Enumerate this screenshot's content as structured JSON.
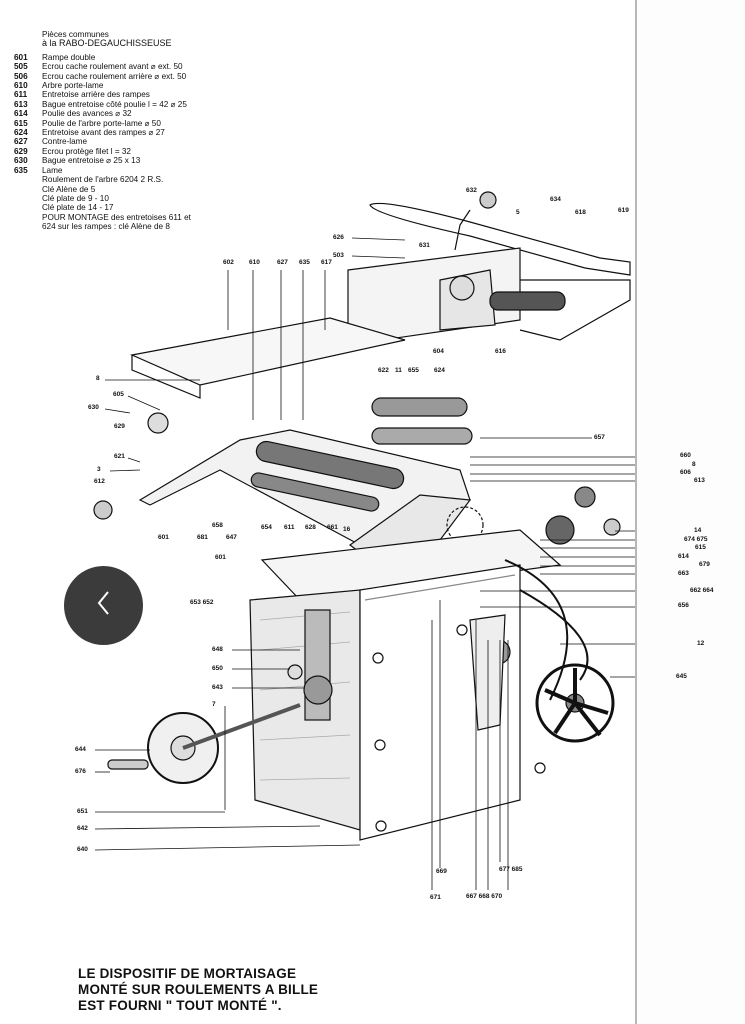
{
  "legend": {
    "heading_1": "Pièces communes",
    "heading_2": "à la RABO-DEGAUCHISSEUSE",
    "items": [
      {
        "code": "601",
        "text": "Rampe double"
      },
      {
        "code": "505",
        "text": "Ecrou cache roulement avant ⌀ ext. 50"
      },
      {
        "code": "506",
        "text": "Ecrou cache roulement arrière ⌀ ext. 50"
      },
      {
        "code": "610",
        "text": "Arbre porte-lame"
      },
      {
        "code": "611",
        "text": "Entretoise arrière des rampes"
      },
      {
        "code": "613",
        "text": "Bague entretoise côté poulie l = 42 ⌀ 25"
      },
      {
        "code": "614",
        "text": "Poulie des avances ⌀ 32"
      },
      {
        "code": "615",
        "text": "Poulie de l'arbre porte-lame ⌀ 50"
      },
      {
        "code": "624",
        "text": "Entretoise avant des rampes ⌀ 27"
      },
      {
        "code": "627",
        "text": "Contre-lame"
      },
      {
        "code": "629",
        "text": "Ecrou protège filet l = 32"
      },
      {
        "code": "630",
        "text": "Bague entretoise ⌀ 25 x 13"
      },
      {
        "code": "635",
        "text": "Lame"
      },
      {
        "code": "",
        "text": "Roulement de l'arbre 6204 2 R.S."
      },
      {
        "code": "",
        "text": "Clé Alène de 5"
      },
      {
        "code": "",
        "text": "Clé plate de 9 - 10"
      },
      {
        "code": "",
        "text": "Clé plate de 14 - 17"
      },
      {
        "code": "",
        "text": "POUR MONTAGE des entretoises 611 et"
      },
      {
        "code": "",
        "text": "624 sur les rampes : clé Alène de 8"
      }
    ]
  },
  "callouts": [
    "632",
    "634",
    "5",
    "618",
    "619",
    "626",
    "503",
    "631",
    "604",
    "616",
    "602",
    "610",
    "627",
    "635",
    "617",
    "8",
    "605",
    "630",
    "629",
    "621",
    "3",
    "612",
    "622",
    "11",
    "655",
    "624",
    "657",
    "660",
    "8",
    "606",
    "613",
    "601",
    "681",
    "658",
    "647",
    "654",
    "611",
    "628",
    "661",
    "16",
    "601",
    "14",
    "674 675",
    "615",
    "614",
    "679",
    "663",
    "662 664",
    "656",
    "12",
    "645",
    "653 652",
    "648",
    "650",
    "643",
    "7",
    "644",
    "676",
    "651",
    "642",
    "640",
    "669",
    "671",
    "667 668 670",
    "677 685"
  ],
  "caption": [
    "LE DISPOSITIF DE MORTAISAGE",
    "MONTÉ SUR ROULEMENTS A BILLE",
    "EST FOURNI \" TOUT MONTÉ \"."
  ],
  "nav": {
    "back_icon": "chevron-left-icon",
    "button_color": "#3b3b3b"
  }
}
